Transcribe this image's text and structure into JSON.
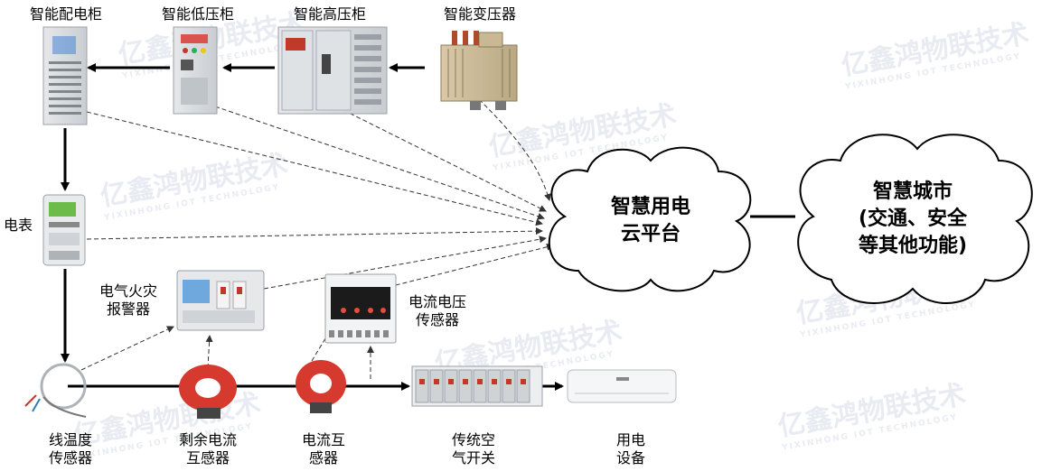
{
  "devices": {
    "distribution_cabinet": "智能配电柜",
    "low_voltage_cabinet": "智能低压柜",
    "high_voltage_cabinet": "智能高压柜",
    "transformer": "智能变压器",
    "meter": "电表",
    "fire_alarm_line1": "电气火灾",
    "fire_alarm_line2": "报警器",
    "cv_sensor_line1": "电流电压",
    "cv_sensor_line2": "传感器",
    "line_temp_line1": "线温度",
    "line_temp_line2": "传感器",
    "residual_ct_line1": "剩余电流",
    "residual_ct_line2": "互感器",
    "ct_line1": "电流互",
    "ct_line2": "感器",
    "breaker_line1": "传统空",
    "breaker_line2": "气开关",
    "load_line1": "用电",
    "load_line2": "设备"
  },
  "cloud_platform": {
    "line1": "智慧用电",
    "line2": "云平台"
  },
  "smart_city": {
    "line1": "智慧城市",
    "line2": "(交通、安全",
    "line3": "等其他功能)"
  },
  "watermark": {
    "text": "亿鑫鸿物联技术",
    "sub": "YIXINHONG IOT TECHNOLOGY"
  }
}
